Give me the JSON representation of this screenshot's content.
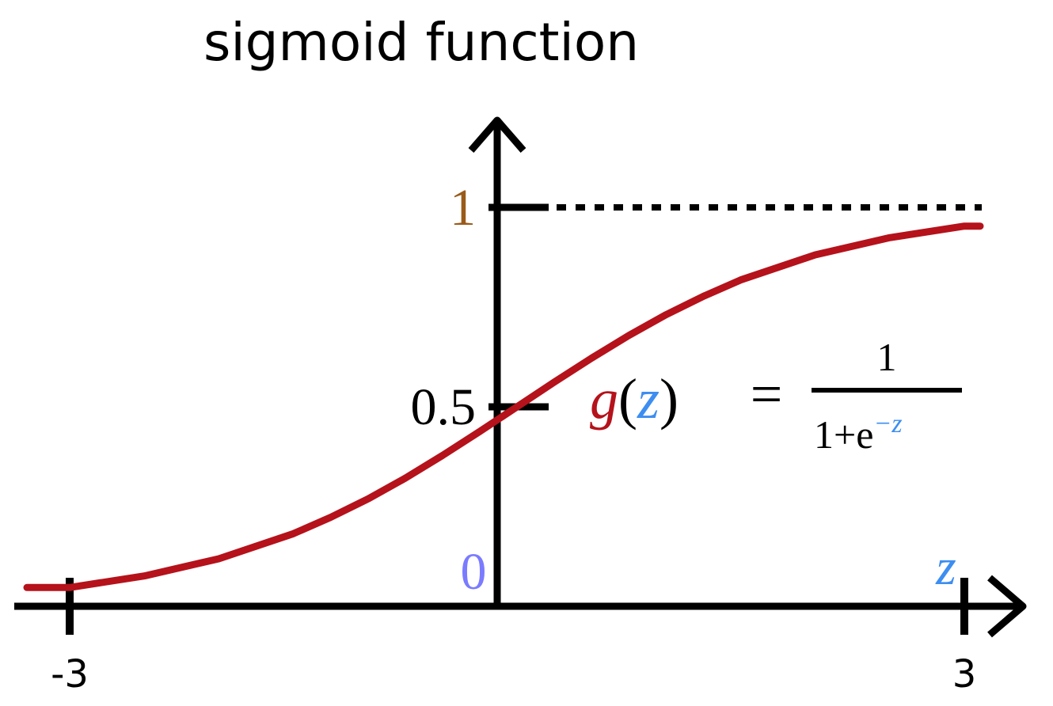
{
  "chart_data": {
    "type": "line",
    "title": "sigmoid function",
    "xlabel": "z",
    "ylabel": "",
    "xlim": [
      -3,
      3
    ],
    "ylim": [
      0,
      1
    ],
    "x_ticks": [
      {
        "value": -3,
        "label": "-3"
      },
      {
        "value": 3,
        "label": "3"
      }
    ],
    "y_ticks": [
      {
        "value": 0,
        "label": "0",
        "color": "#7b7bff"
      },
      {
        "value": 0.5,
        "label": "0.5",
        "color": "#000000"
      },
      {
        "value": 1,
        "label": "1",
        "color": "#9a5a1a"
      }
    ],
    "asymptote": {
      "y": 1,
      "style": "dotted"
    },
    "series": [
      {
        "color": "#b5121b",
        "x": [
          -3.0,
          -2.5,
          -2.0,
          -1.5,
          -1.25,
          -1.0,
          -0.75,
          -0.5,
          -0.25,
          0.0,
          0.25,
          0.5,
          0.75,
          1.0,
          1.25,
          1.5,
          2.0,
          2.5,
          3.0
        ],
        "y": [
          0.047,
          0.076,
          0.119,
          0.182,
          0.223,
          0.269,
          0.321,
          0.378,
          0.438,
          0.5,
          0.562,
          0.622,
          0.679,
          0.731,
          0.777,
          0.818,
          0.881,
          0.924,
          0.953
        ]
      }
    ],
    "formula": {
      "lhs_func": "g",
      "lhs_open": "(",
      "lhs_var": "z",
      "lhs_close": ")",
      "equals": "=",
      "numerator": "1",
      "denominator_base": "1+e",
      "denominator_exp": "−z"
    },
    "colors": {
      "axis": "#000000",
      "curve": "#b5121b",
      "variable": "#3d8ef0",
      "zero_label": "#7b7bff",
      "one_label": "#9a5a1a"
    }
  }
}
